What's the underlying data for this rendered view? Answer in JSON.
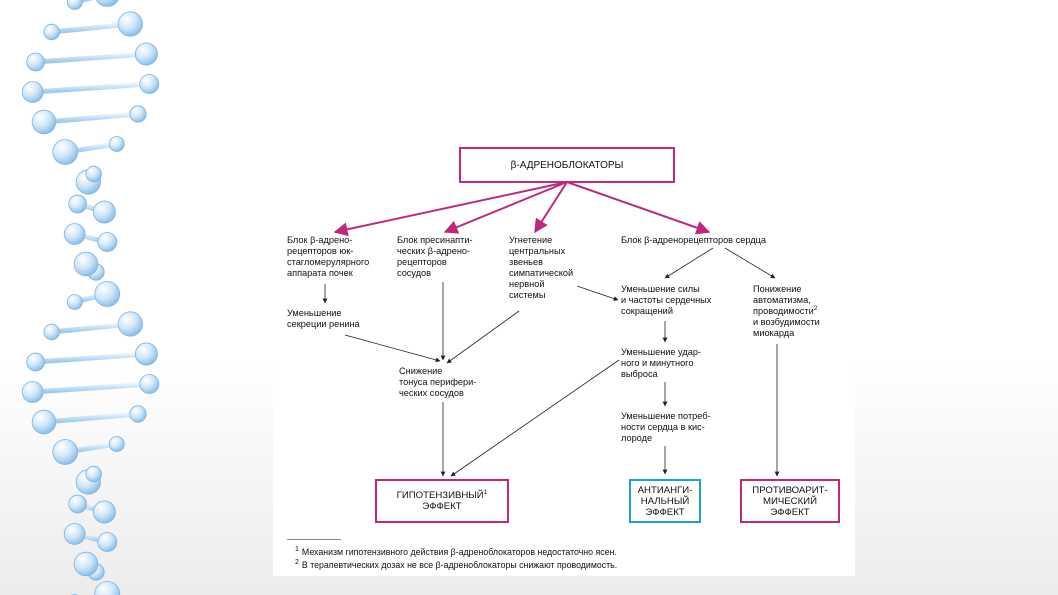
{
  "colors": {
    "accent_magenta": "#c0287e",
    "accent_cyan": "#1fa2c9",
    "helix_blue": "#9cc9ec"
  },
  "decoration": {
    "icon": "dna-helix-icon"
  },
  "diagram": {
    "root": "β-АДРЕНОБЛОКАТОРЫ",
    "branches": {
      "kidney": "Блок β-адрено-\nрецепторов юк-\nстагломерулярного\nаппарата почек",
      "presynaptic": "Блок пресинапти-\nческих β-адрено-\nрецепторов\nсосудов",
      "central": "Угнетение\nцентральных\nзвеньев\nсимпатической\nнервной\nсистемы",
      "heart": "Блок β-адренорецепторов сердца"
    },
    "nodes": {
      "renin": "Уменьшение\nсекреции ренина",
      "tone": "Снижение\nтонуса перифери-\nческих сосудов",
      "force": "Уменьшение силы\nи частоты сердечных\nсокращений",
      "automatism_a": "Понижение\nавтоматизма,\nпроводимости",
      "automatism_sup": "2",
      "automatism_b": "и возбудимости\nмиокарда",
      "output": "Уменьшение удар-\nного и минутного\nвыброса",
      "oxygen": "Уменьшение потреб-\nности сердца в кис-\nлороде"
    },
    "effects": {
      "hypotensive_a": "ГИПОТЕНЗИВНЫЙ",
      "hypotensive_sup": "1",
      "hypotensive_b": "ЭФФЕКТ",
      "antianginal": "АНТИАНГИ-\nНАЛЬНЫЙ\nЭФФЕКТ",
      "antiarrhythmic": "ПРОТИВОАРИТ-\nМИЧЕСКИЙ\nЭФФЕКТ"
    },
    "footnotes": [
      {
        "num": "1",
        "text": "Механизм гипотензивного действия β-адреноблокаторов недостаточно ясен."
      },
      {
        "num": "2",
        "text": "В терапевтических дозах не все β-адреноблокаторы снижают проводимость."
      }
    ]
  }
}
